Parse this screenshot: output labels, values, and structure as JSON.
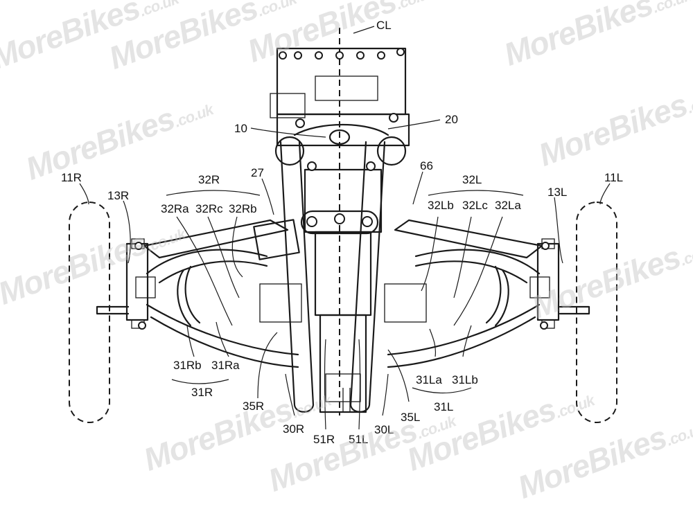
{
  "labels": {
    "cl": "CL",
    "n10": "10",
    "n20": "20",
    "n27": "27",
    "n66": "66",
    "n11R": "11R",
    "n11L": "11L",
    "n13R": "13R",
    "n13L": "13L",
    "n32R": "32R",
    "n32L": "32L",
    "n32Ra": "32Ra",
    "n32Rc": "32Rc",
    "n32Rb": "32Rb",
    "n32Lb": "32Lb",
    "n32Lc": "32Lc",
    "n32La": "32La",
    "n31Rb": "31Rb",
    "n31Ra": "31Ra",
    "n31R": "31R",
    "n31La": "31La",
    "n31Lb": "31Lb",
    "n31L": "31L",
    "n35R": "35R",
    "n35L": "35L",
    "n30R": "30R",
    "n30L": "30L",
    "n51R": "51R",
    "n51L": "51L"
  },
  "watermark": {
    "brand": "MoreBikes",
    "suffix": ".co.uk"
  }
}
